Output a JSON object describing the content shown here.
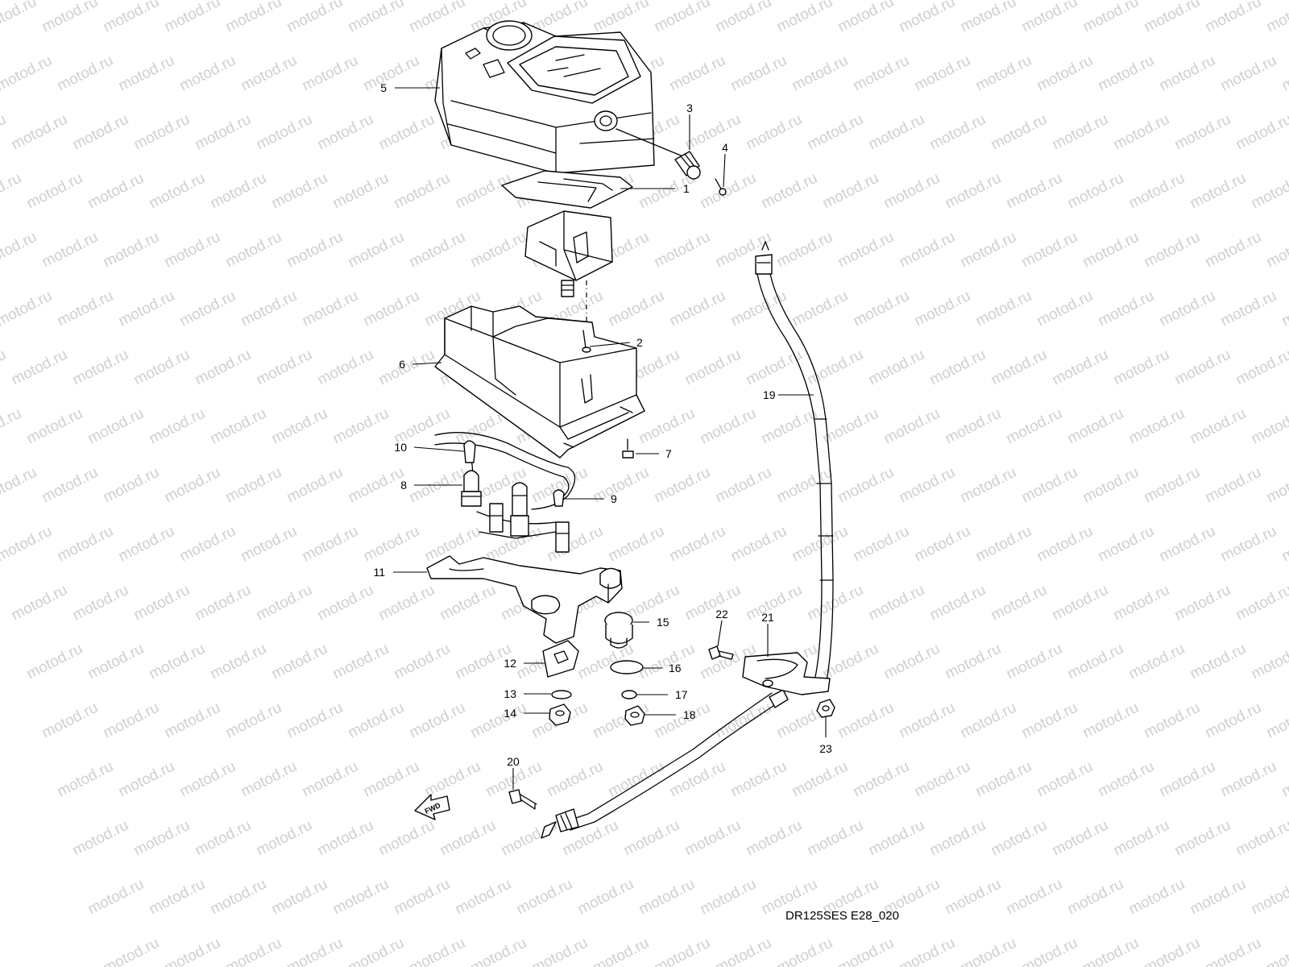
{
  "watermark": "motod.ru",
  "drawing_code": "DR125SES E28_020",
  "forward_marker": "FWD",
  "callouts": [
    "1",
    "2",
    "3",
    "4",
    "5",
    "6",
    "7",
    "8",
    "9",
    "10",
    "11",
    "12",
    "13",
    "14",
    "15",
    "16",
    "17",
    "18",
    "19",
    "20",
    "21",
    "22",
    "23"
  ]
}
